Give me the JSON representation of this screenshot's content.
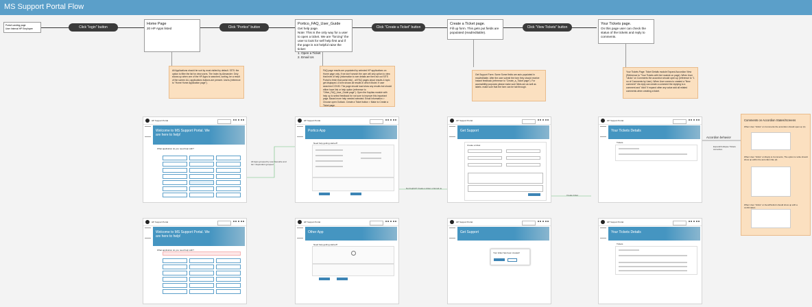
{
  "header": {
    "title": "MS Support Portal Flow"
  },
  "start_note": {
    "lines": [
      "Portal Landing page",
      "User Internal HP Employee"
    ]
  },
  "steps": [
    {
      "label": "Click \"login\" button"
    },
    {
      "label": "Click \"Portico\" button"
    },
    {
      "label": "Click \"Create a Ticket\" button"
    },
    {
      "label": "Click \"View Tickets\" button"
    }
  ],
  "notes": [
    {
      "title": "Home Page",
      "lines": [
        "20 HP Apps listed"
      ]
    },
    {
      "title": "Portico_FAQ_User_Guide",
      "lines": [
        "Get help page.",
        "Note: This is the only way for a user to open a ticket. We are \"forcing\" the user to look for self help first and if the page is not helpful raise the ticket:",
        "1. Open a Ticket",
        "2. Email Us"
      ]
    },
    {
      "title": "Create a Ticket page.",
      "lines": [
        "Fill up form. This gets put fields are populated (read/editable)."
      ]
    },
    {
      "title": "Your Tickets page.",
      "lines": [
        "On this page user can check the status of the tickets and reply to comments."
      ]
    }
  ],
  "stickies": [
    {
      "text": "All Applications should be sort by most visited by default. SITS: the option to filter the list for view users. The Index by Alexander: Only shows up when one of the HP Apps is searched, sorting, be a result of the screen ALL applications buttons are present. Users (reference to \"Home Home Application page\")."
    },
    {
      "text": "FAQ page results are populated by selected HP applications on Home page only. If we don't search the user will only option to view that level of help (information to see details are then but out SITS Portal to fetch that portal info) - all FAQ pages about results & topic get displayed. A form shows all results in which Model. If user searched COVID: The page should load show any results but should either have link or help option (reference to \"Other_FAQ_User_Guide page\"). Open the Kapitas module with help up to select feedback for not sure to improve this important page. Based more help needed selected: Email Information > Choose open Outlook. Create a Ticket button > Make to Create a Ticket page."
    },
    {
      "text": "Get Support Form: Some Some fields are auto populated in read/editable. After the user submit the form they should receive Instant feedback (reference to \"Create_a_Ticket page\"). For accessibility purposes please make sure fields are as well as labels. make sure that the form can be tab through."
    },
    {
      "text": "Your Tickets Page: Ticket Details module Expand Accordion View (Reference to \"Your Tickets with hint module on page). When User \"clicks\" on Comments the accordion should open up (reference to \"1 no of Comments by User). When User comes to created a \"New comment\" Via reply can create a comment the replying to a comment and \"click\" if expand other any value add all related comments when creating a ticket."
    }
  ],
  "comments_panel": {
    "title": "Comments on Accordion States/Screens",
    "states": [
      "When User \"clicks\" on Comments the accordion should open up (1)",
      "When User \"clicks\" on Reply to Comments, The option to write should show up within the accordion like (2)",
      "When User \"clicks\" on Send/Submit should show up with a confirmation."
    ]
  },
  "labels": {
    "accordion": "Accordion behavior",
    "connector1": "All Apps grouped by user favourite and tier / dependent grouped",
    "connector2": "Not helpful? Create a ticket or Email us",
    "connector3": "Create ticket",
    "connector4": "Expand/Collapse Tickets Accordion"
  },
  "screens": [
    {
      "brand": "HP Support Portal",
      "heading": "Welcome to MS Support Portal. We are here to help!",
      "sub": "What application do you need help with?"
    },
    {
      "brand": "HP Support Portal",
      "heading": "Portico App",
      "sub": "Need help getting started?"
    },
    {
      "brand": "HP Support Portal",
      "heading": "Get Support",
      "sub": "Create a ticket"
    },
    {
      "brand": "HP Support Portal",
      "heading": "Your Tickets Details",
      "sub": "Tickets"
    },
    {
      "brand": "HP Support Portal",
      "heading": "Welcome to MS Support Portal. We are here to help!",
      "sub": "What application do you need help with?"
    },
    {
      "brand": "HP Support Portal",
      "heading": "Other App",
      "sub": "Need help getting started?"
    },
    {
      "brand": "HP Support Portal",
      "heading": "Get Support",
      "sub": "Your ticket has been created!"
    },
    {
      "brand": "HP Support Portal",
      "heading": "Your Tickets Details",
      "sub": "Tickets"
    }
  ],
  "colors": {
    "header": "#5b9fc9",
    "sticky": "#fbe0c0",
    "accent": "#3c84b5",
    "pill": "#3a3a3a"
  }
}
